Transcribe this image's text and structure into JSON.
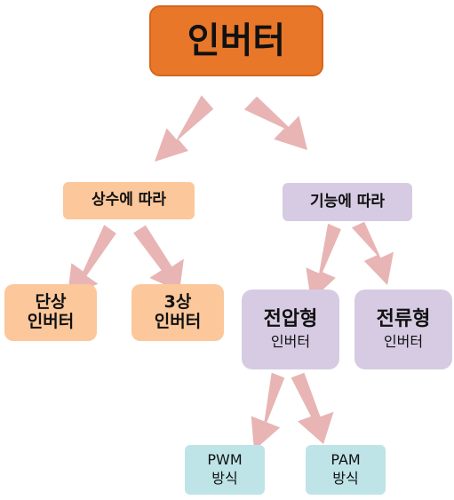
{
  "root": {
    "label": "인버터"
  },
  "by_phase": {
    "label": "상수에 따라",
    "children": [
      {
        "line1": "단상",
        "line2": "인버터"
      },
      {
        "line1": "3상",
        "line2": "인버터"
      }
    ]
  },
  "by_function": {
    "label": "기능에 따라",
    "children": [
      {
        "main": "전압형",
        "sub": "인버터"
      },
      {
        "main": "전류형",
        "sub": "인버터"
      }
    ]
  },
  "voltage_methods": [
    {
      "line1": "PWM",
      "line2": "방식"
    },
    {
      "line1": "PAM",
      "line2": "방식"
    }
  ],
  "colors": {
    "root": "#e8772a",
    "orange_box": "#fbc79b",
    "purple_box": "#d6cbe3",
    "leaf_box": "#bfe4e8",
    "arrow": "#e8b4b4"
  }
}
